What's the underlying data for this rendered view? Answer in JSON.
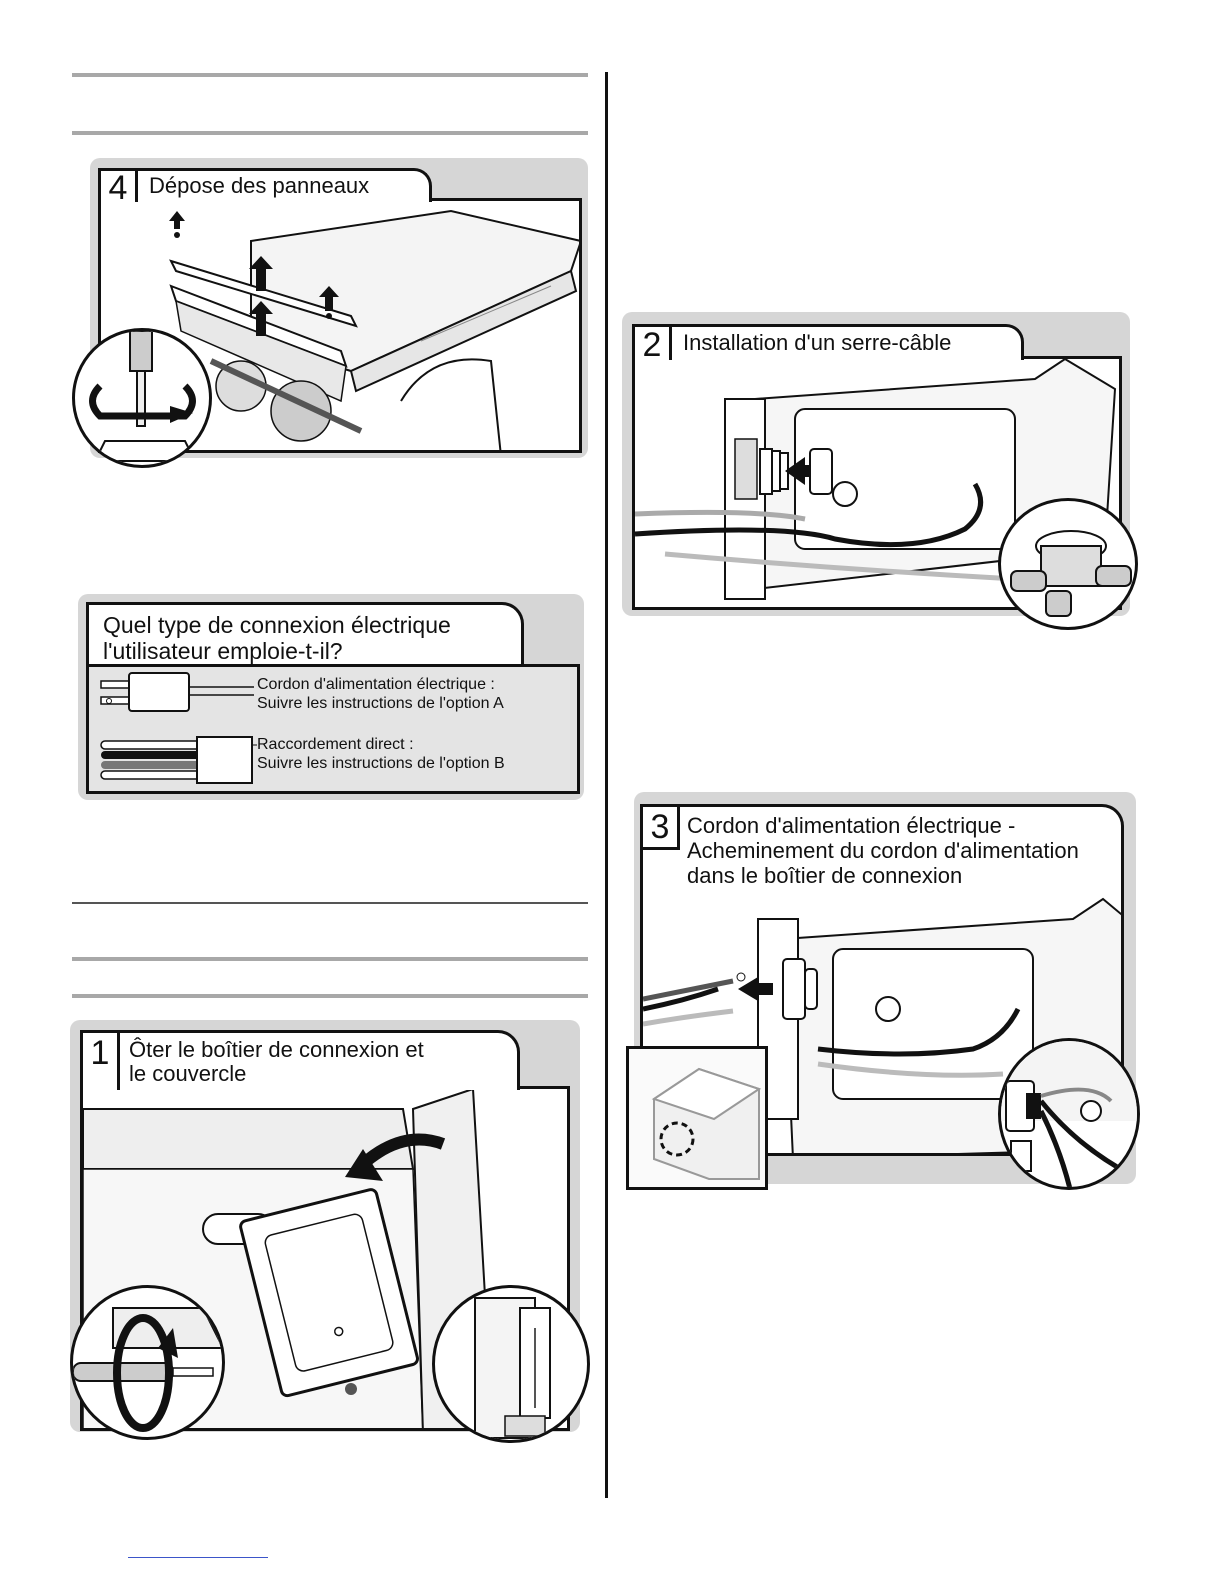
{
  "page": {
    "background": "#ffffff",
    "line_color": "#111111"
  },
  "fig4": {
    "number": "4",
    "title": "Dépose des panneaux",
    "icons": [
      "screw-icon",
      "arrow-up-icon",
      "screwdriver-icon",
      "rotate-icon"
    ]
  },
  "connection": {
    "question_line1": "Quel type de connexion électrique",
    "question_line2": "l'utilisateur emploie-t-il?",
    "option_a_line1": "Cordon d'alimentation électrique :",
    "option_a_line2": "Suivre les instructions de l'option A",
    "option_b_line1": "Raccordement direct :",
    "option_b_line2": "Suivre les instructions de l'option B",
    "icons": [
      "power-plug-icon",
      "direct-wire-icon"
    ]
  },
  "fig1": {
    "number": "1",
    "title_line1": "Ôter le boîtier de connexion et",
    "title_line2": "le couvercle"
  },
  "fig2": {
    "number": "2",
    "title": "Installation d'un serre-câble"
  },
  "fig3": {
    "number": "3",
    "title_line1": "Cordon d'alimentation électrique -",
    "title_line2": "Acheminement du cordon d'alimentation",
    "title_line3": "dans le boîtier de connexion"
  }
}
